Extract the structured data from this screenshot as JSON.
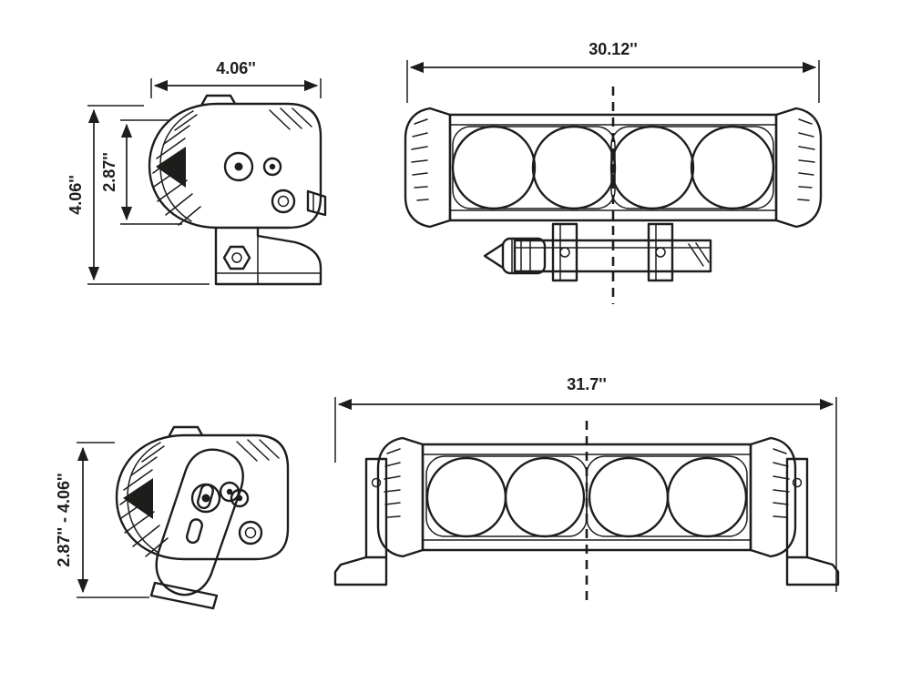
{
  "diagram": {
    "background": "#ffffff",
    "line_color": "#1d1d1b",
    "views": {
      "top_side": {
        "label": "lamp side view",
        "dim_width": "4.06''",
        "dim_height_inner": "2.87''",
        "dim_height_outer": "4.06''"
      },
      "top_front": {
        "label": "light bar front view",
        "dim_width": "30.12''"
      },
      "bottom_side": {
        "label": "lamp side view with mounting bracket",
        "dim_height_range": "2.87'' - 4.06''"
      },
      "bottom_front": {
        "label": "light bar front view with end brackets",
        "dim_width": "31.7''"
      }
    }
  }
}
